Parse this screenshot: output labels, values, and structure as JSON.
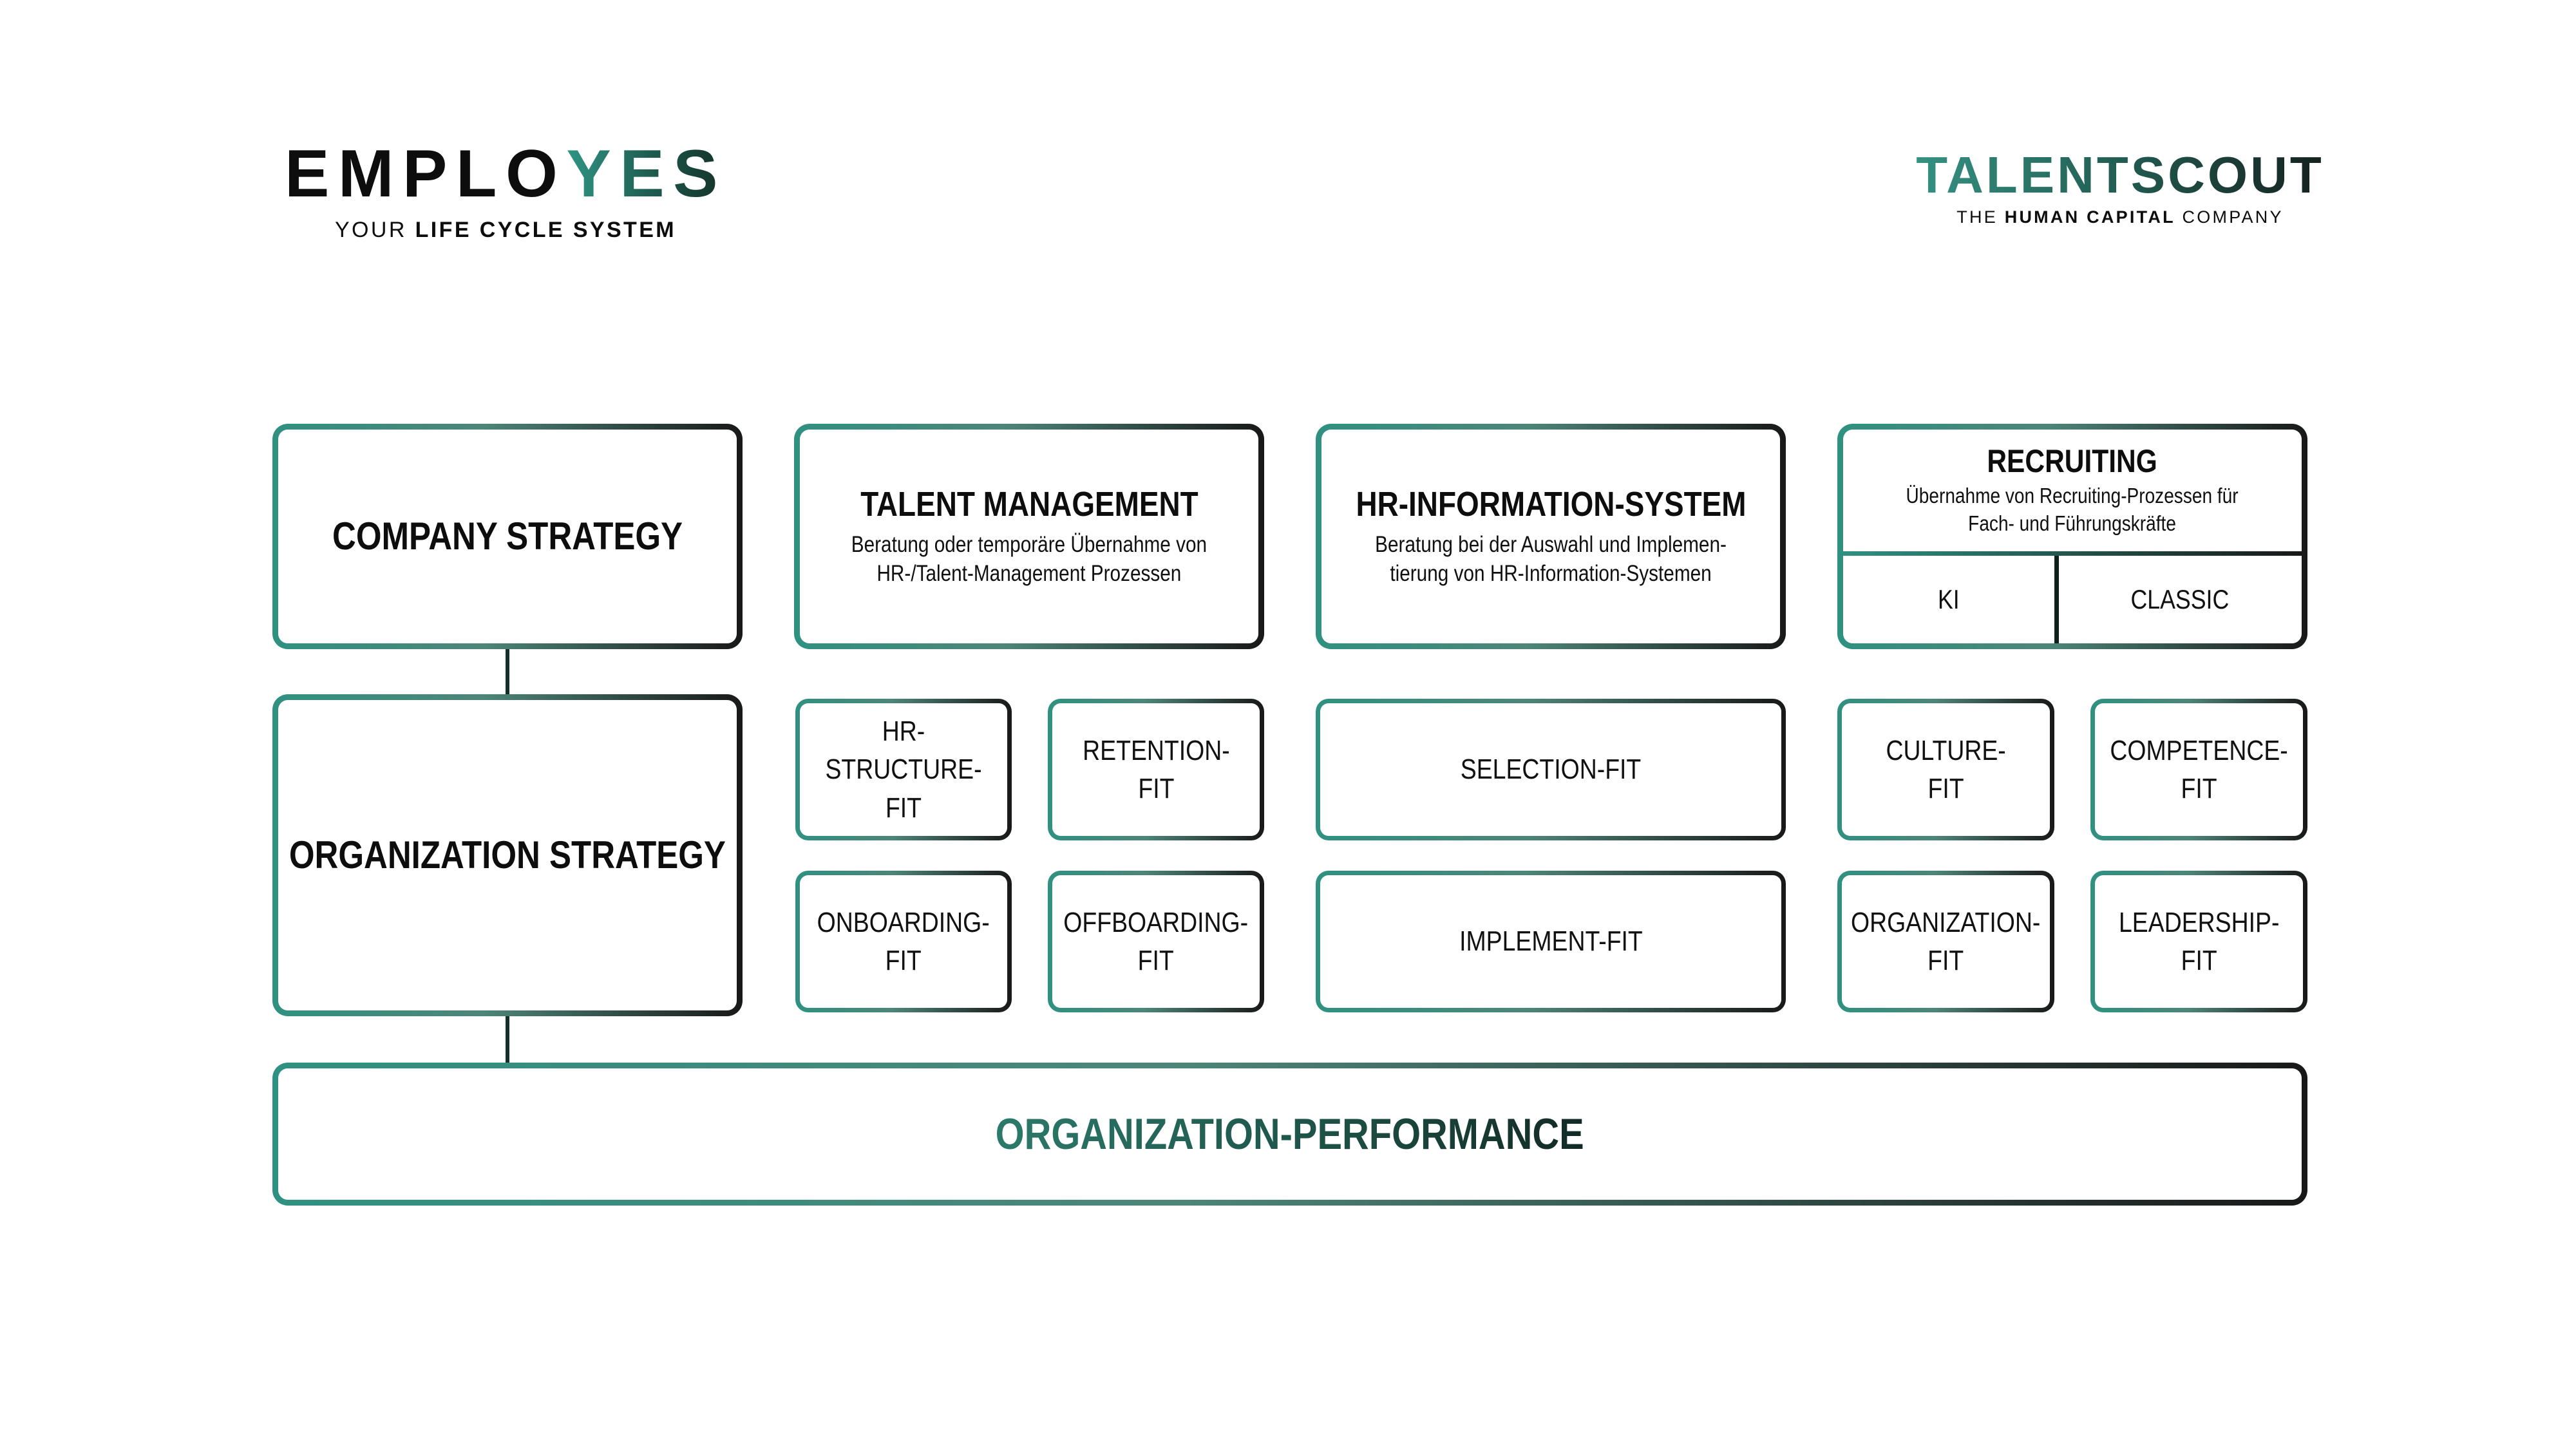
{
  "colors": {
    "teal": "#2f9181",
    "dark": "#181818",
    "connector": "#14302b",
    "performance_text": "#1f5448"
  },
  "brand_left": {
    "wordmark_black": "EMPLO",
    "wordmark_green": "YES",
    "tagline_regular": "YOUR ",
    "tagline_bold": "LIFE CYCLE SYSTEM"
  },
  "brand_right": {
    "wordmark": "TALENTSCOUT",
    "tagline_pre": "THE ",
    "tagline_bold": "HUMAN CAPITAL",
    "tagline_post": " COMPANY"
  },
  "boxes": {
    "company_strategy": {
      "title": "COMPANY STRATEGY"
    },
    "talent_management": {
      "title": "TALENT MANAGEMENT",
      "sub1": "Beratung oder temporäre Übernahme von",
      "sub2": "HR-/Talent-Management Prozessen"
    },
    "hr_information_system": {
      "title": "HR-INFORMATION-SYSTEM",
      "sub1": "Beratung bei der Auswahl und Implemen-",
      "sub2": "tierung von HR-Information-Systemen"
    },
    "recruiting": {
      "title": "RECRUITING",
      "sub1": "Übernahme von Recruiting-Prozessen für",
      "sub2": "Fach- und Führungskräfte",
      "cell_left": "KI",
      "cell_right": "CLASSIC"
    },
    "organization_strategy": {
      "title": "ORGANIZATION STRATEGY"
    },
    "talent_fits": [
      {
        "l1": "HR-STRUCTURE-",
        "l2": "FIT"
      },
      {
        "l1": "RETENTION-",
        "l2": "FIT"
      },
      {
        "l1": "ONBOARDING-",
        "l2": "FIT"
      },
      {
        "l1": "OFFBOARDING-",
        "l2": "FIT"
      }
    ],
    "hris_fits": [
      "SELECTION-FIT",
      "IMPLEMENT-FIT"
    ],
    "recruiting_fits": [
      {
        "l1": "CULTURE-",
        "l2": "FIT"
      },
      {
        "l1": "COMPETENCE-",
        "l2": "FIT"
      },
      {
        "l1": "ORGANIZATION-",
        "l2": "FIT"
      },
      {
        "l1": "LEADERSHIP-",
        "l2": "FIT"
      }
    ],
    "performance": {
      "title": "ORGANIZATION-PERFORMANCE"
    }
  }
}
